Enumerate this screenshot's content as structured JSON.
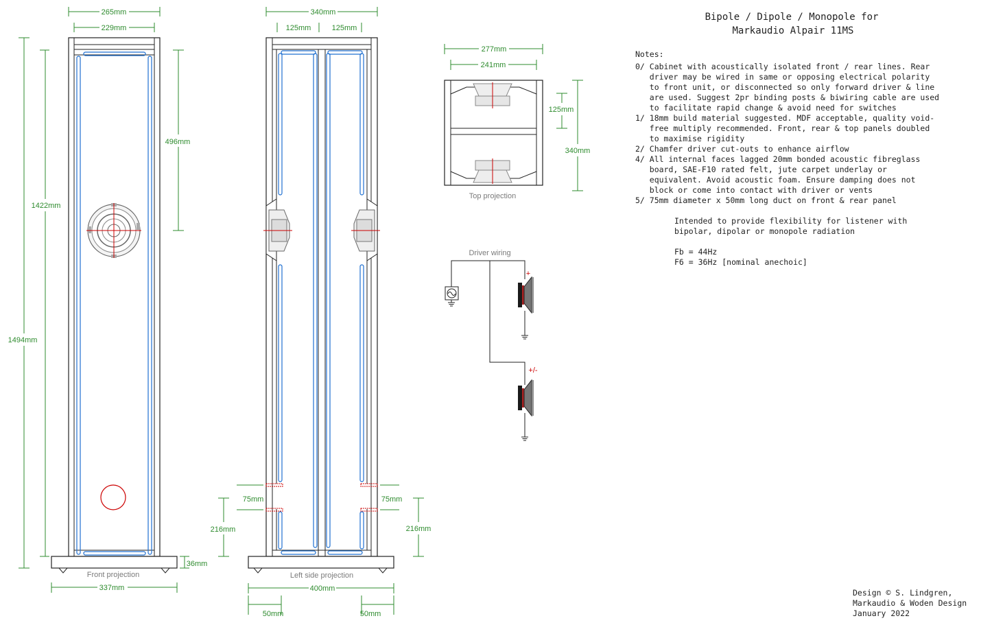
{
  "title": {
    "line1": "Bipole / Dipole / Monopole for",
    "line2": "Markaudio Alpair 11MS"
  },
  "notes": {
    "heading": "Notes:",
    "lines": [
      "0/ Cabinet with acoustically isolated front / rear lines. Rear",
      "   driver may be wired in same or opposing electrical polarity",
      "   to front unit, or disconnected so only forward driver & line",
      "   are used. Suggest 2pr binding posts & biwiring cable are used",
      "   to facilitate rapid change & avoid need for switches",
      "1/ 18mm build material suggested. MDF acceptable, quality void-",
      "   free multiply recommended. Front, rear & top panels doubled",
      "   to maximise rigidity",
      "2/ Chamfer driver cut-outs to enhance airflow",
      "4/ All internal faces lagged 20mm bonded acoustic fibreglass",
      "   board, SAE-F10 rated felt, jute carpet underlay or",
      "   equivalent. Avoid acoustic foam. Ensure damping does not",
      "   block or come into contact with driver or vents",
      "5/ 75mm diameter x 50mm long duct on front & rear panel"
    ],
    "intent": [
      "Intended to provide flexibility for listener with",
      "bipolar, dipolar or monopole radiation"
    ],
    "fb": "Fb = 44Hz",
    "f6": "F6 = 36Hz [nominal anechoic]"
  },
  "credits": [
    "Design © S. Lindgren,",
    "Markaudio & Woden Design",
    "January 2022"
  ],
  "front": {
    "caption": "Front projection",
    "dims": {
      "outer_w": "265mm",
      "inner_w": "229mm",
      "upper": "496mm",
      "height_inner": "1422mm",
      "height_total": "1494mm",
      "plinth_h": "36mm",
      "plinth_w": "337mm"
    }
  },
  "side": {
    "caption": "Left side projection",
    "dims": {
      "outer_w": "340mm",
      "half_l": "125mm",
      "half_r": "125mm",
      "vent_l": "75mm",
      "vent_r": "75mm",
      "low_l": "216mm",
      "low_r": "216mm",
      "plinth_w": "400mm",
      "foot_l": "50mm",
      "foot_r": "50mm"
    }
  },
  "top": {
    "caption": "Top projection",
    "dims": {
      "outer_w": "277mm",
      "inner_w": "241mm",
      "half": "125mm",
      "depth": "340mm"
    }
  },
  "wiring": {
    "caption": "Driver wiring",
    "plus": "+",
    "plusminus": "+/-"
  },
  "colors": {
    "dimension": "#2e8b2e",
    "damping": "#1e6fd0",
    "accent": "#cc0000",
    "line": "#222222"
  }
}
